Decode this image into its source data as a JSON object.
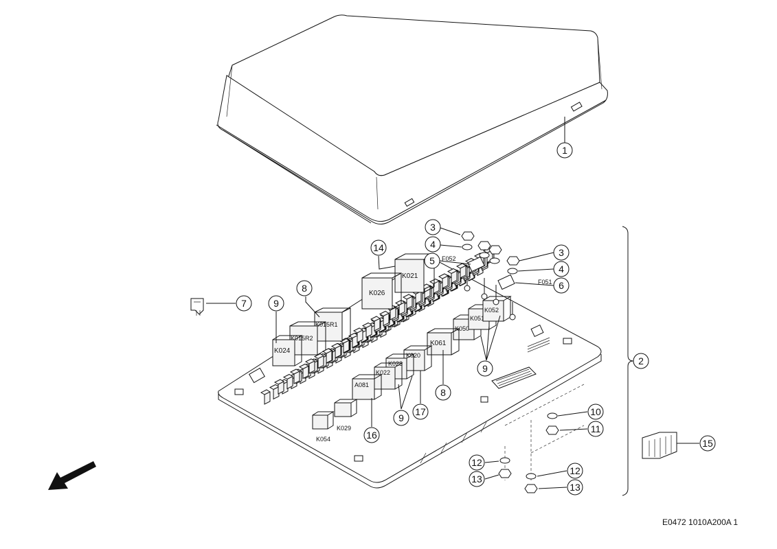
{
  "drawing_id": "E0472 1010A200A 1",
  "callouts": {
    "c1": "1",
    "c2": "2",
    "c3a": "3",
    "c3b": "3",
    "c4a": "4",
    "c4b": "4",
    "c5": "5",
    "c6": "6",
    "c7": "7",
    "c8a": "8",
    "c8b": "8",
    "c9a": "9",
    "c9b": "9",
    "c9c": "9",
    "c10": "10",
    "c11": "11",
    "c12a": "12",
    "c12b": "12",
    "c13a": "13",
    "c13b": "13",
    "c14": "14",
    "c15": "15",
    "c16": "16",
    "c17": "17"
  },
  "refs": {
    "F052": "F052",
    "F051": "F051",
    "K021": "K021",
    "K026": "K026",
    "K015R1": "K015R1",
    "K015R2": "K015R2",
    "K024": "K024",
    "K050": "K050",
    "K051": "K051",
    "K052": "K052",
    "K061": "K061",
    "K020": "K020",
    "K023": "K023",
    "K022": "K022",
    "A081": "A081",
    "K029": "K029",
    "K054": "K054"
  },
  "icons": {
    "direction": "direction-arrow-icon"
  }
}
